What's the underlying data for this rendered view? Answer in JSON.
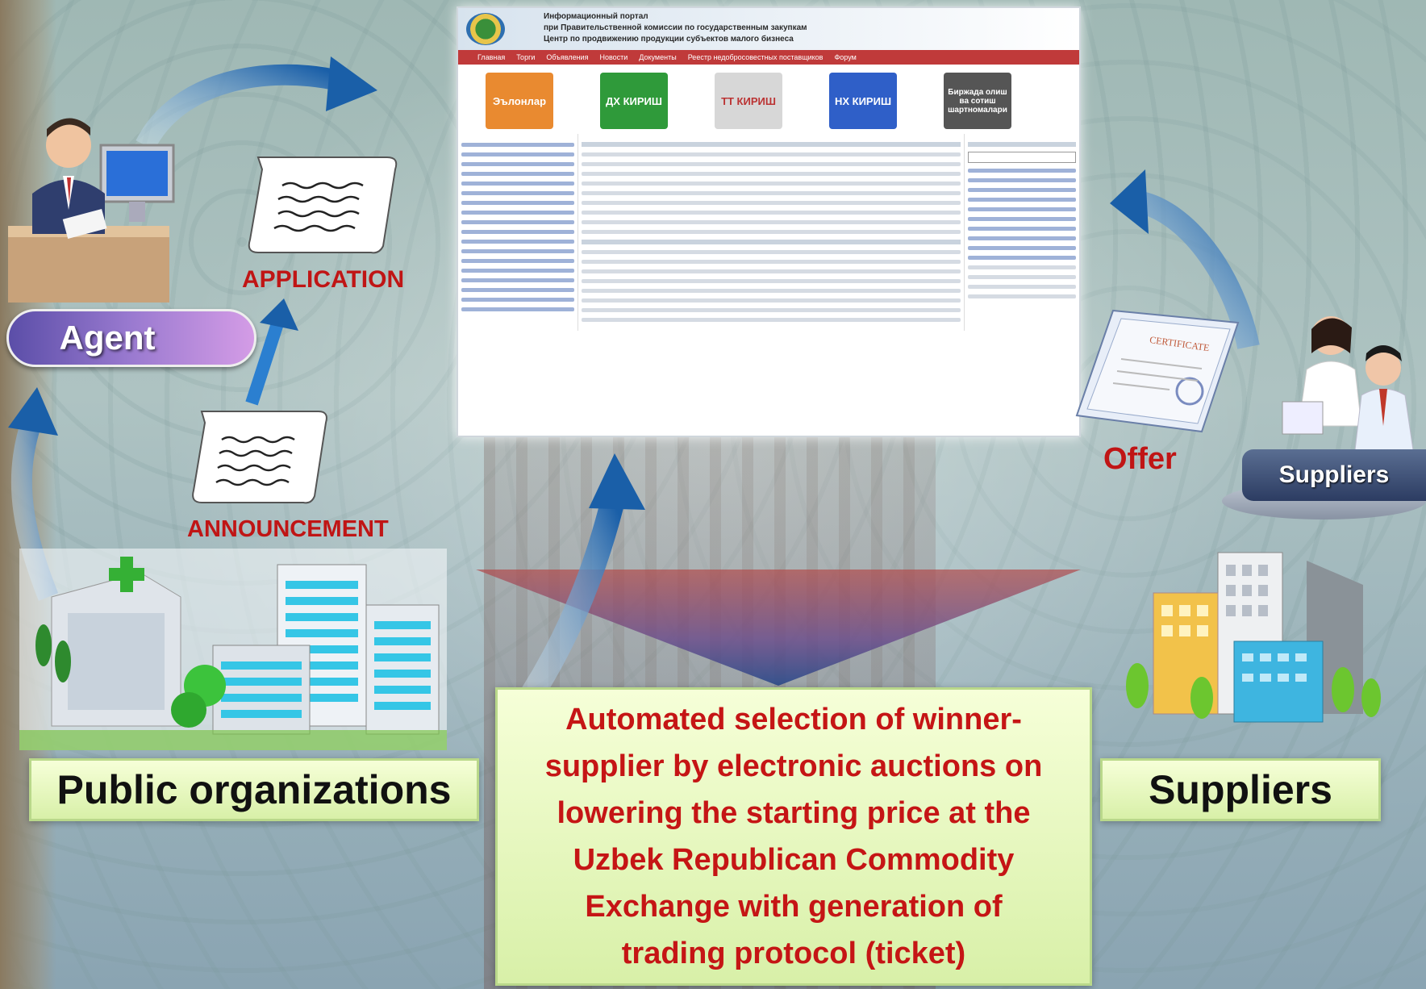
{
  "portal": {
    "title_lines": [
      "Информационный портал",
      "при Правительственной комиссии по государственным закупкам",
      "Центр по продвижению продукции субъектов малого бизнеса"
    ],
    "nav_items": [
      "Главная",
      "Торги",
      "Объявления",
      "Новости",
      "Документы",
      "Реестр недобросовестных поставщиков",
      "Форум"
    ],
    "tiles": [
      {
        "label": "Эълонлар",
        "color": "#e98a30"
      },
      {
        "label": "ДХ КИРИШ",
        "color": "#2f9a3a"
      },
      {
        "label": "ТТ КИРИШ",
        "color": "#d7d7d7"
      },
      {
        "label": "НХ КИРИШ",
        "color": "#2f5fc8"
      },
      {
        "label": "Биржада олиш ва сотиш шартномалари",
        "color": "#555555"
      }
    ]
  },
  "labels": {
    "application": "APPLICATION",
    "announcement": "ANNOUNCEMENT",
    "offer": "Offer",
    "agent": "Agent",
    "suppliers_small": "Suppliers",
    "public_organizations": "Public organizations",
    "suppliers": "Suppliers",
    "center_text": "Automated selection of winner-\nsupplier by electronic auctions on\nlowering the starting price at the\nUzbek Republican Commodity\nExchange  with generation of\ntrading protocol (ticket)"
  },
  "colors": {
    "label_red": "#c01515",
    "arrow_blue": "#1f6fb0",
    "funnel": "#6a4a8a",
    "box_green": "#e6f6bf"
  },
  "icons": [
    "agent-person-icon",
    "scroll-icon",
    "certificate-icon",
    "buildings-icon",
    "hospital-icon",
    "people-icon"
  ]
}
